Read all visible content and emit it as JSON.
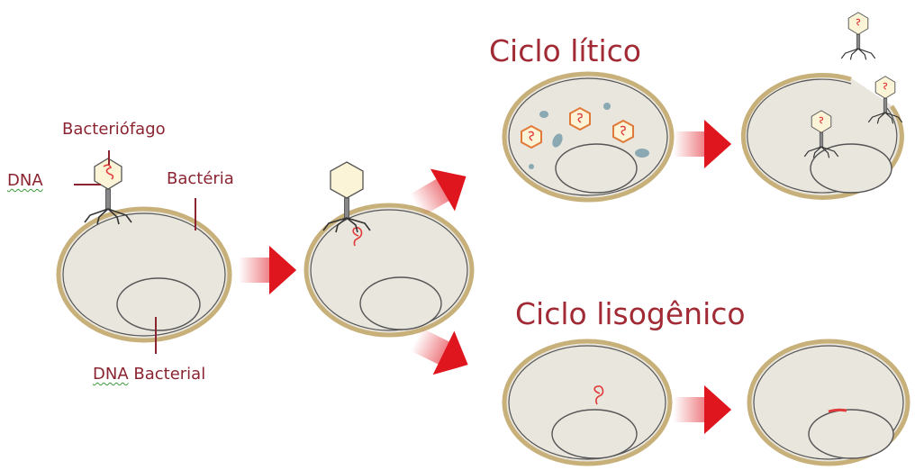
{
  "labels": {
    "bacteriophage": "Bacteriófago",
    "dna": "DNA",
    "bacterium": "Bactéria",
    "bacterial_dna_word1": "DNA",
    "bacterial_dna_word2": "Bacterial",
    "lytic_cycle": "Ciclo lítico",
    "lysogenic_cycle": "Ciclo lisogênico"
  },
  "colors": {
    "label_text": "#8a2430",
    "cell_fill": "#e9e6de",
    "cell_wall": "#c8b07a",
    "arrow_red": "#e0161f",
    "phage_head": "#fcf4d6",
    "dna_strand": "#e03a3a"
  }
}
